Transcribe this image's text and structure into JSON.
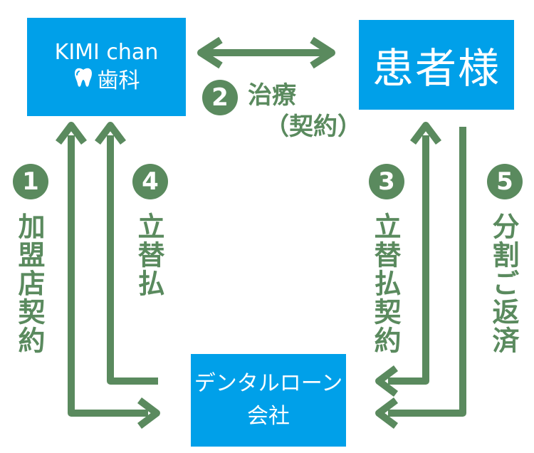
{
  "nodes": {
    "clinic": {
      "line1": "KIMI chan",
      "line2": "歯科",
      "icon": "tooth-icon"
    },
    "patient": {
      "label": "患者様"
    },
    "loan": {
      "line1": "デンタルローン",
      "line2": "会社"
    }
  },
  "steps": [
    {
      "num": "1",
      "label": "加盟店契約"
    },
    {
      "num": "2",
      "label": "治療",
      "sub": "（契約）"
    },
    {
      "num": "3",
      "label": "立替払契約"
    },
    {
      "num": "4",
      "label": "立替払"
    },
    {
      "num": "5",
      "label": "分割ご返済"
    }
  ],
  "colors": {
    "box": "#00a0e9",
    "arrow": "#5a8a5e",
    "text_on_box": "#ffffff"
  }
}
